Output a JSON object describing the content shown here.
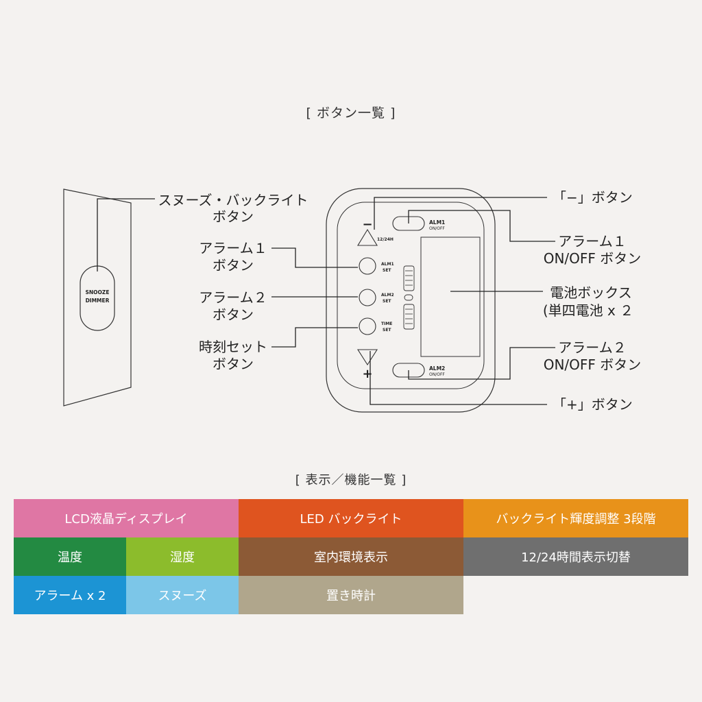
{
  "sections": {
    "buttons_title": "[ ボタン一覧 ]",
    "features_title": "[ 表示／機能一覧 ]"
  },
  "device": {
    "side_button": {
      "line1": "SNOOZE",
      "line2": "DIMMER"
    },
    "front_buttons": {
      "alm1_set": {
        "line1": "ALM1",
        "line2": "SET"
      },
      "alm2_set": {
        "line1": "ALM2",
        "line2": "SET"
      },
      "time_set": {
        "line1": "TIME",
        "line2": "SET"
      },
      "alm1_onoff": {
        "line1": "ALM1",
        "line2": "ON/OFF"
      },
      "alm2_onoff": {
        "line1": "ALM2",
        "line2": "ON/OFF"
      },
      "mode_label": "12/24H",
      "minus_symbol": "−",
      "plus_symbol": "+"
    }
  },
  "callouts": {
    "snooze": {
      "line1": "スヌーズ・バックライト",
      "line2": "ボタン"
    },
    "alarm1": {
      "line1": "アラーム１",
      "line2": "ボタン"
    },
    "alarm2": {
      "line1": "アラーム２",
      "line2": "ボタン"
    },
    "time_set": {
      "line1": "時刻セット",
      "line2": "ボタン"
    },
    "minus": {
      "line1": "「−」ボタン"
    },
    "alarm1_onoff": {
      "line1": "アラーム１",
      "line2": "ON/OFF ボタン"
    },
    "battery": {
      "line1": "電池ボックス",
      "line2": "(単四電池 x ２"
    },
    "alarm2_onoff": {
      "line1": "アラーム２",
      "line2": "ON/OFF ボタン"
    },
    "plus": {
      "line1": "「+」ボタン"
    }
  },
  "features": [
    {
      "label": "LCD液晶ディスプレイ",
      "color": "#df76a4"
    },
    {
      "label": "LED バックライト",
      "color": "#df541f"
    },
    {
      "label": "バックライト輝度調整  3段階",
      "color": "#e8921a"
    },
    {
      "label": "温度",
      "color": "#238a42"
    },
    {
      "label": "湿度",
      "color": "#8cbc2c"
    },
    {
      "label": "室内環境表示",
      "color": "#8c5a36"
    },
    {
      "label": "12/24時間表示切替",
      "color": "#6f6f6f"
    },
    {
      "label": "アラーム x 2",
      "color": "#1c94d4"
    },
    {
      "label": "スヌーズ",
      "color": "#7cc6e8"
    },
    {
      "label": "置き時計",
      "color": "#b0a68c"
    }
  ]
}
